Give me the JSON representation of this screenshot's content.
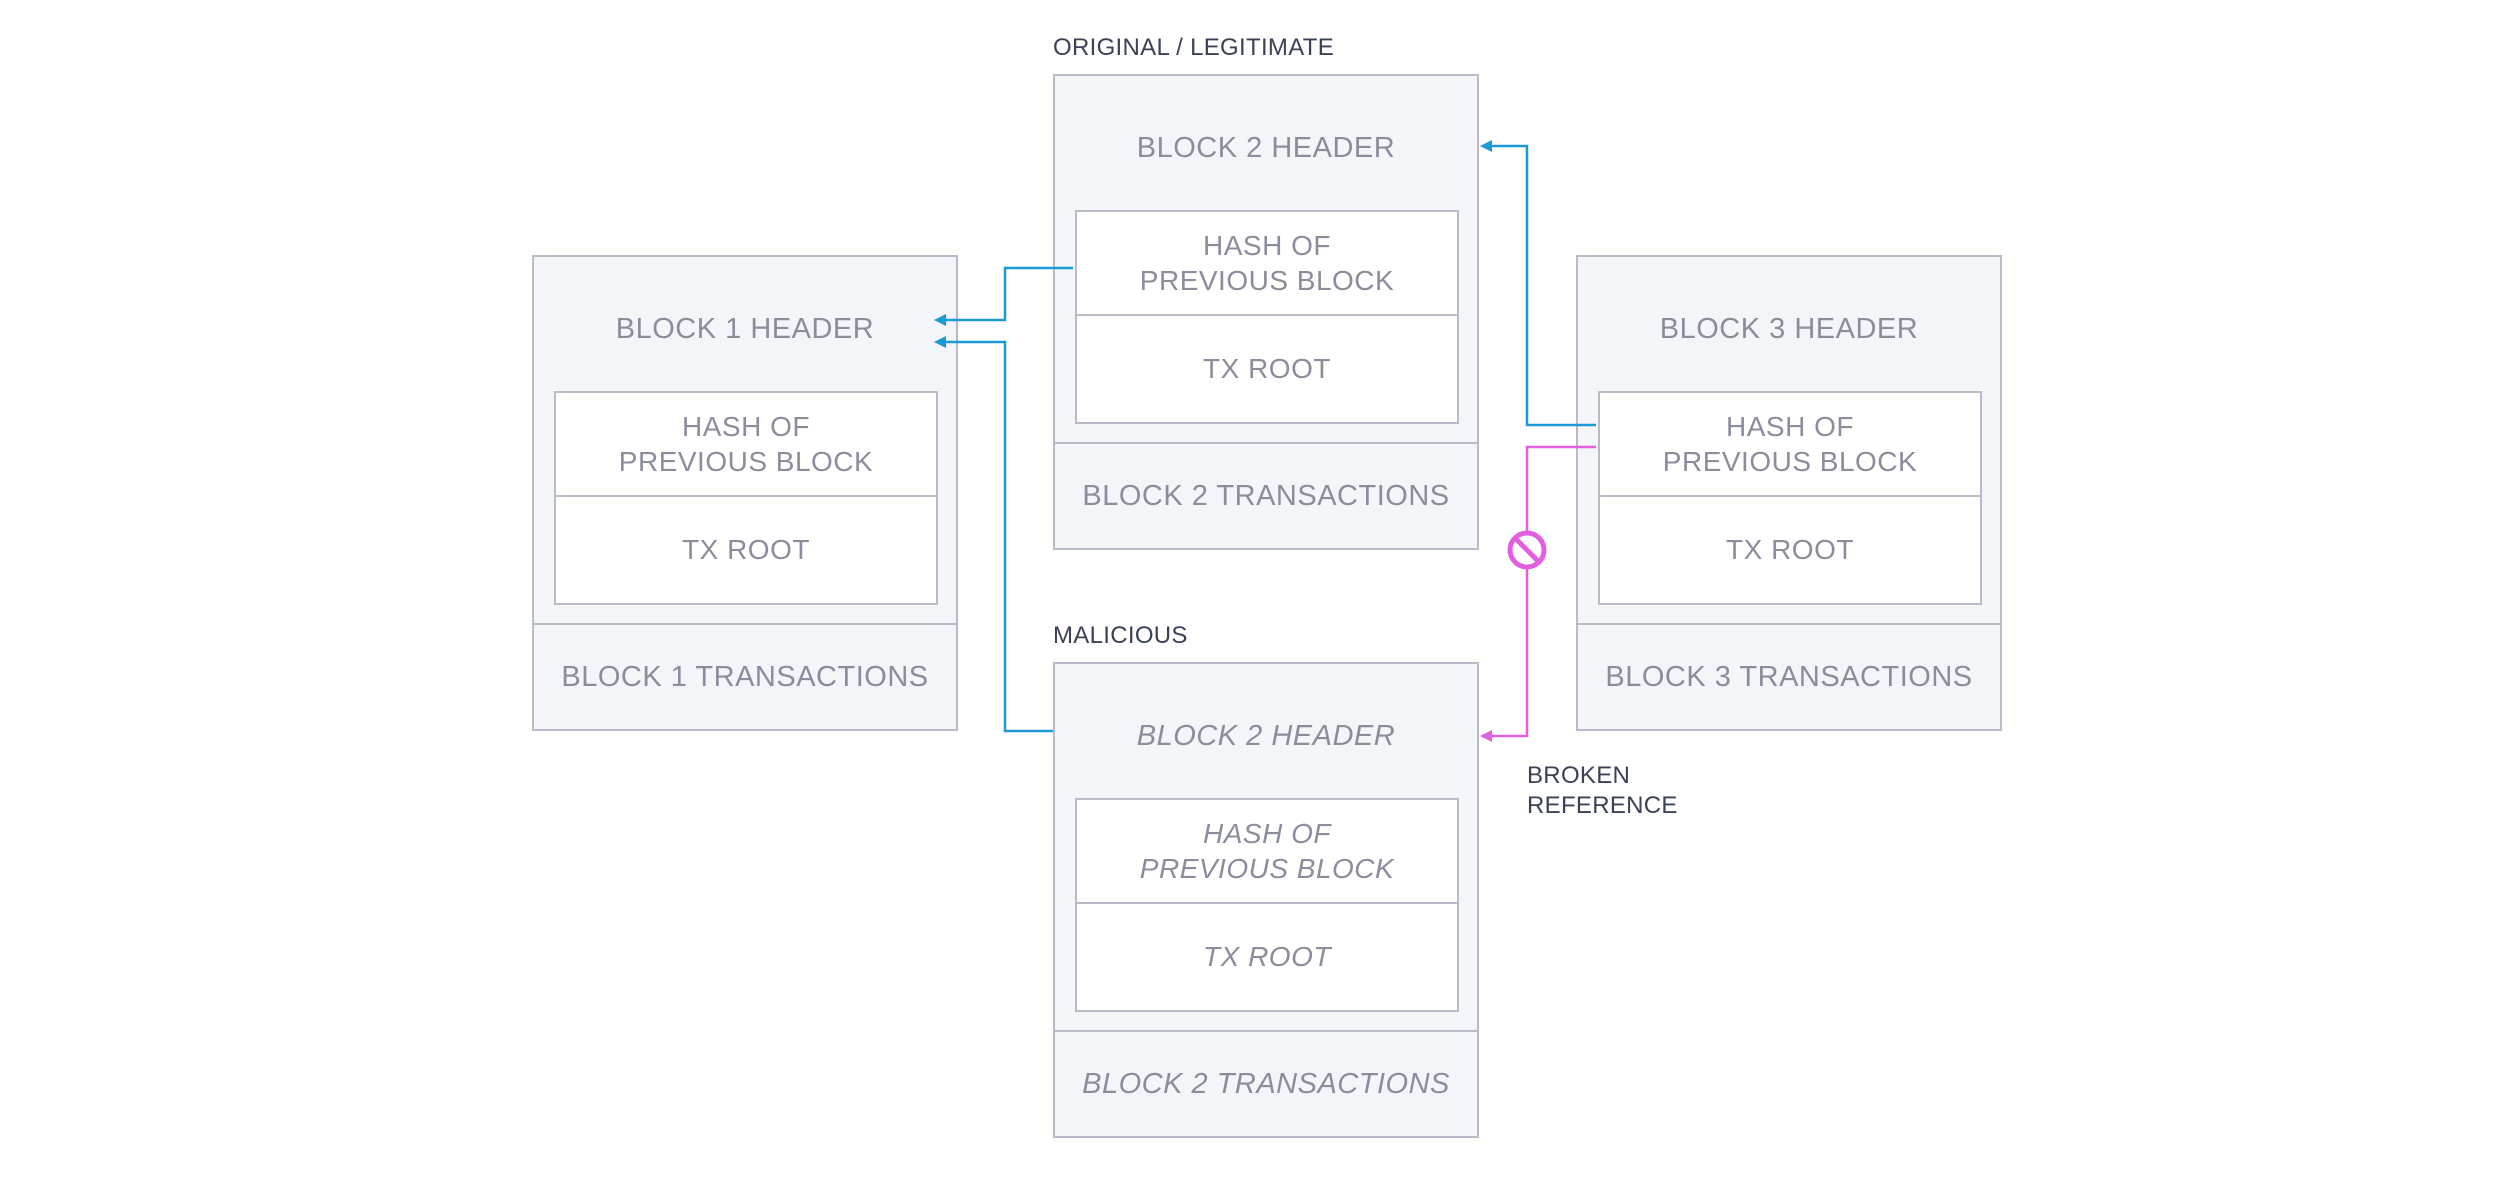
{
  "captions": {
    "original": "ORIGINAL / LEGITIMATE",
    "malicious": "MALICIOUS",
    "broken_line1": "BROKEN",
    "broken_line2": "REFERENCE"
  },
  "block1": {
    "header": "BLOCK 1 HEADER",
    "hash_line1": "HASH OF",
    "hash_line2": "PREVIOUS BLOCK",
    "tx_root": "TX ROOT",
    "transactions": "BLOCK 1 TRANSACTIONS"
  },
  "block2_original": {
    "header": "BLOCK 2 HEADER",
    "hash_line1": "HASH OF",
    "hash_line2": "PREVIOUS BLOCK",
    "tx_root": "TX ROOT",
    "transactions": "BLOCK 2 TRANSACTIONS"
  },
  "block2_malicious": {
    "header": "BLOCK 2 HEADER",
    "hash_line1": "HASH OF",
    "hash_line2": "PREVIOUS BLOCK",
    "tx_root": "TX ROOT",
    "transactions": "BLOCK 2 TRANSACTIONS"
  },
  "block3": {
    "header": "BLOCK 3 HEADER",
    "hash_line1": "HASH OF",
    "hash_line2": "PREVIOUS BLOCK",
    "tx_root": "TX ROOT",
    "transactions": "BLOCK 3 TRANSACTIONS"
  },
  "colors": {
    "valid_link": "#1b9ad6",
    "broken_link": "#e35fe0",
    "border": "#b9bbc9",
    "text": "#8b8d9d"
  },
  "icons": {
    "broken": "prohibited-icon"
  }
}
